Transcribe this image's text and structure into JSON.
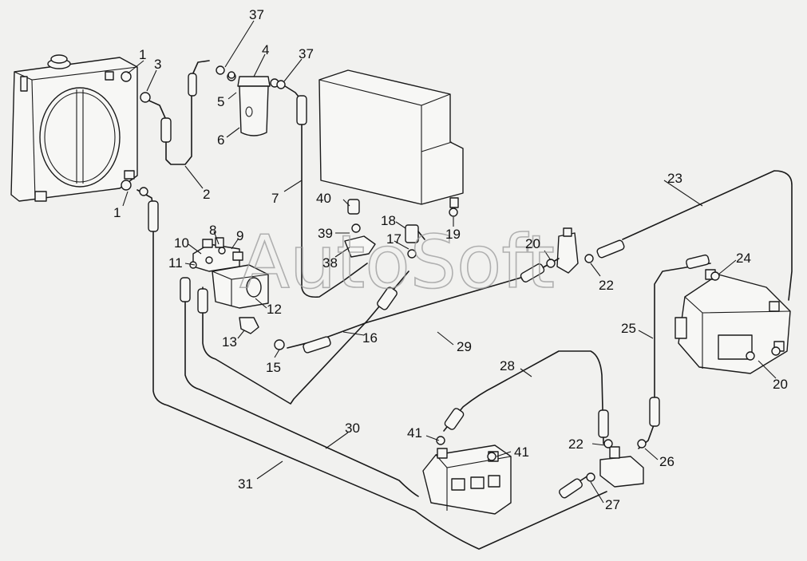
{
  "watermark": "AutoSoft",
  "callouts": [
    "1",
    "3",
    "37",
    "4",
    "37",
    "5",
    "6",
    "2",
    "7",
    "1",
    "40",
    "39",
    "18",
    "17",
    "19",
    "38",
    "10",
    "8",
    "9",
    "11",
    "12",
    "13",
    "15",
    "16",
    "29",
    "20",
    "22",
    "23",
    "24",
    "25",
    "20",
    "28",
    "41",
    "41",
    "22",
    "26",
    "30",
    "31",
    "27"
  ]
}
